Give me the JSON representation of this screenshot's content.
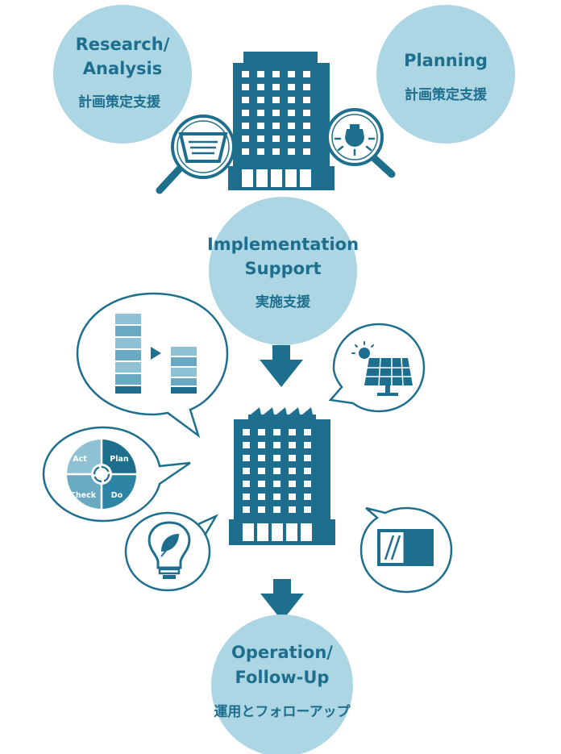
{
  "stages": {
    "research": {
      "line1": "Research/",
      "line2": "Analysis",
      "jp": "計画策定支援"
    },
    "planning": {
      "line1": "Planning",
      "jp": "計画策定支援"
    },
    "implementation": {
      "line1": "Implementation",
      "line2": "Support",
      "jp": "実施支援"
    },
    "operation": {
      "line1": "Operation/",
      "line2": "Follow-Up",
      "jp": "運用とフォローアップ"
    }
  },
  "pdca": {
    "act": "Act",
    "plan": "Plan",
    "check": "Check",
    "do": "Do"
  },
  "colors": {
    "circle": "#acd6e4",
    "primary": "#1e6f8e",
    "light": "#8fc1d4",
    "outline": "#1e6f8e"
  },
  "icons": [
    "building-icon",
    "air-conditioner-magnifier-icon",
    "lightbulb-magnifier-icon",
    "down-arrow-icon",
    "energy-reduction-bar-icon",
    "solar-panel-icon",
    "pdca-cycle-icon",
    "eco-lightbulb-icon",
    "window-icon",
    "building-with-solar-icon"
  ]
}
